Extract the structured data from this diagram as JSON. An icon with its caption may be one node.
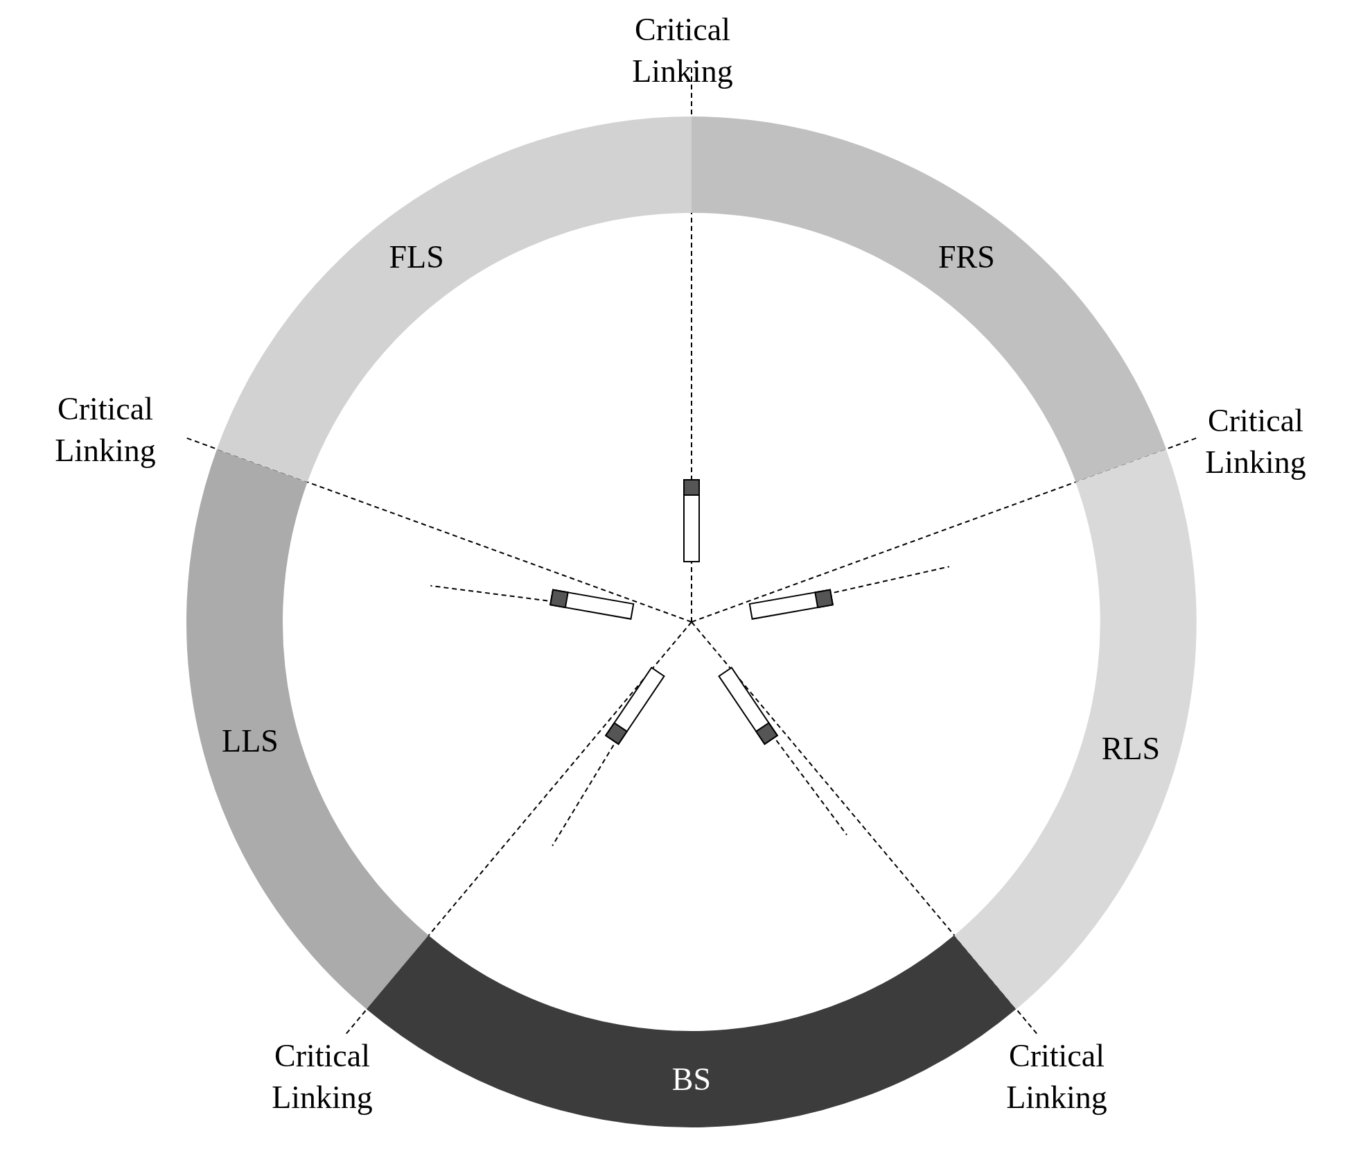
{
  "diagram": {
    "nodes": [
      {
        "text": [
          "FLS"
        ]
      },
      {
        "text": [
          "FRS"
        ]
      },
      {
        "text": [
          "LLS"
        ]
      },
      {
        "text": [
          "RLS"
        ]
      },
      {
        "text": [
          "BS"
        ]
      }
    ],
    "labels": [
      "Critical Linking",
      "Critical Linking",
      "Critical Linking",
      "Critical Linking",
      "Critical Linking"
    ]
  }
}
